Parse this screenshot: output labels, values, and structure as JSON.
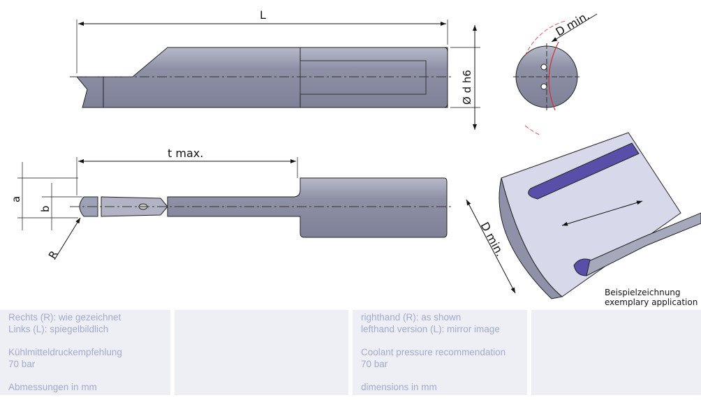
{
  "drawing": {
    "dim_L": "L",
    "dim_d": "Ø d h6",
    "dim_Dmin_top": "D min.",
    "dim_tmax": "t max.",
    "dim_a": "a",
    "dim_b": "b",
    "dim_R": "R",
    "dim_Dmin_iso": "D min.",
    "caption_de": "Beispielzeichnung",
    "caption_en": "exemplary application",
    "colors": {
      "body": "#9a9cb0",
      "highlight": "#c9cbd8",
      "slot": "#5a4fa8",
      "section": "#d7d9ea"
    }
  },
  "panels": {
    "de": {
      "hand_r": "Rechts (R): wie gezeichnet",
      "hand_l": "Links (L): spiegelbildlich",
      "coolant_label": "Kühlmitteldruckempfehlung",
      "coolant_value": "70 bar",
      "units": "Abmessungen in mm"
    },
    "en": {
      "hand_r": "righthand (R): as shown",
      "hand_l": "lefthand version (L): mirror image",
      "coolant_label": "Coolant pressure recommendation",
      "coolant_value": "70 bar",
      "units": "dimensions in mm"
    }
  }
}
